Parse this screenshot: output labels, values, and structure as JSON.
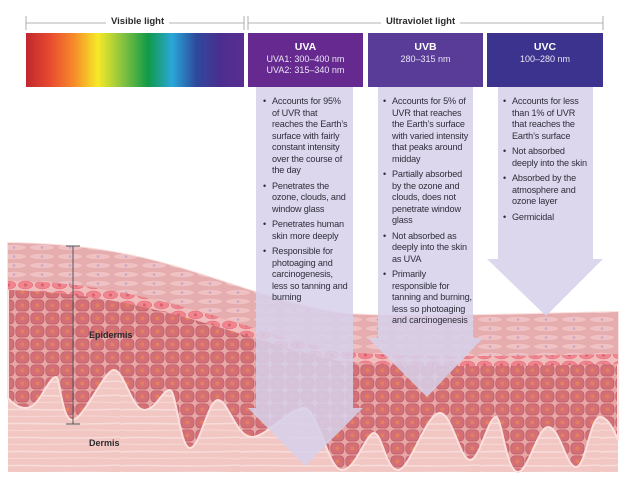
{
  "spectrum": {
    "visible_label": "Visible light",
    "uv_label": "Ultraviolet light",
    "visible_gradient": [
      "#c1272d",
      "#e84a2f",
      "#f68b2a",
      "#f6e927",
      "#8bc43f",
      "#0f9a48",
      "#2aa7d8",
      "#2e4a9d",
      "#4b2e8f",
      "#5a2d91"
    ]
  },
  "bands": [
    {
      "id": "uva",
      "name": "UVA",
      "ranges": [
        "UVA1: 300–400 nm",
        "UVA2: 315–340 nm"
      ],
      "color": "#66298f",
      "points": [
        "Accounts for 95% of UVR that reaches the Earth’s surface with fairly constant intensity over the course of the day",
        "Penetrates the ozone, clouds, and window glass",
        "Penetrates human skin more deeply",
        "Responsible for photoaging and carcinogenesis, less so tanning and burning"
      ]
    },
    {
      "id": "uvb",
      "name": "UVB",
      "ranges": [
        "280–315 nm"
      ],
      "color": "#583c98",
      "points": [
        "Accounts for 5% of UVR that reaches the Earth’s surface with varied intensity that peaks around midday",
        "Partially absorbed by the ozone and clouds, does not penetrate window glass",
        "Not absorbed as deeply into the skin as UVA",
        "Primarily responsible for tanning and burning, less so photoaging and carcinogenesis"
      ]
    },
    {
      "id": "uvc",
      "name": "UVC",
      "ranges": [
        "100–280 nm"
      ],
      "color": "#3c338f",
      "points": [
        "Accounts for less than 1% of UVR that reaches the Earth’s surface",
        "Not absorbed deeply into the skin",
        "Absorbed by the atmosphere and ozone layer",
        "Germicidal"
      ]
    }
  ],
  "arrow_color": "#d6d1ea",
  "skin": {
    "epidermis_label": "Epidermis",
    "dermis_label": "Dermis",
    "colors": {
      "dermis": "#f1c6c3",
      "corneum": "#e9b0b1",
      "granular": "#f0868f",
      "spinous": "#d46c74"
    }
  },
  "bullet_glyph": "•"
}
